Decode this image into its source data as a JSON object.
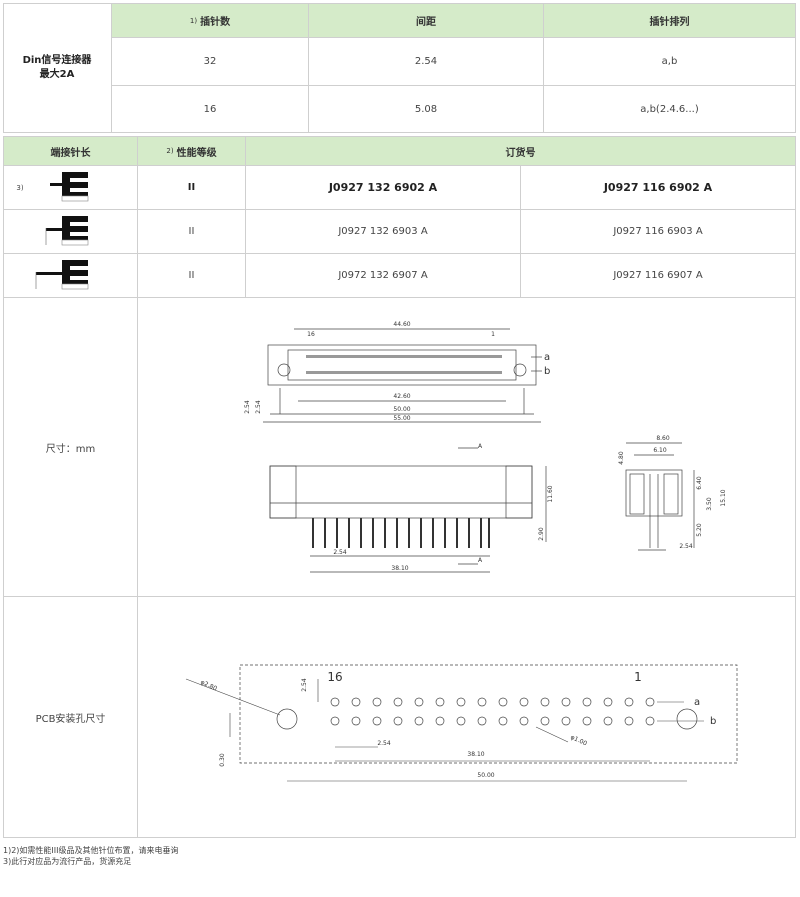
{
  "table1": {
    "title": "Din信号连接器\n最大2A",
    "headers": [
      {
        "note": "1)",
        "label": "插针数"
      },
      {
        "note": "",
        "label": "间距"
      },
      {
        "note": "",
        "label": "插针排列"
      }
    ],
    "rows": [
      {
        "pins": "32",
        "pitch": "2.54",
        "arrangement": "a,b"
      },
      {
        "pins": "16",
        "pitch": "5.08",
        "arrangement": "a,b(2.4.6...)"
      }
    ]
  },
  "table2": {
    "headers": {
      "length": "端接针长",
      "grade_note": "2)",
      "grade": "性能等级",
      "order": "订货号"
    },
    "rows": [
      {
        "note": "3)",
        "grade": "II",
        "order1": "J0927 132 6902 A",
        "order2": "J0927 116 6902 A",
        "bold": true
      },
      {
        "note": "",
        "grade": "II",
        "order1": "J0927 132 6903 A",
        "order2": "J0927 116 6903 A",
        "bold": false
      },
      {
        "note": "",
        "grade": "II",
        "order1": "J0972 132 6907 A",
        "order2": "J0927 116 6907 A",
        "bold": false
      }
    ]
  },
  "dimensions": {
    "label": "尺寸：mm",
    "top_view": {
      "d1": "44.60",
      "d2": "42.60",
      "d3": "50.00",
      "d4": "55.00",
      "left1": "2.54",
      "left2": "2.54",
      "pin16": "16",
      "pin1": "1",
      "row_a": "a",
      "row_b": "b"
    },
    "front_view": {
      "h1": "11.60",
      "h2": "2.90",
      "p": "2.54",
      "w": "38.10",
      "sec": "A"
    },
    "side_view": {
      "w1": "8.60",
      "w2": "6.10",
      "h1": "4.80",
      "h2": "6.40",
      "h3": "5.20",
      "h4": "3.50",
      "h5": "15.10",
      "p": "2.54"
    }
  },
  "pcb": {
    "label": "PCB安装孔尺寸",
    "hole_big": "φ2.80",
    "hole_small": "φ1.00",
    "v1": "2.54",
    "v2": "0.30",
    "p": "2.54",
    "w1": "38.10",
    "w2": "50.00",
    "pin16": "16",
    "pin1": "1",
    "row_a": "a",
    "row_b": "b"
  },
  "notes": [
    "1)2)如需性能III级品及其他针位布置，请来电垂询",
    "3)此行对应品为流行产品，货源充足"
  ]
}
